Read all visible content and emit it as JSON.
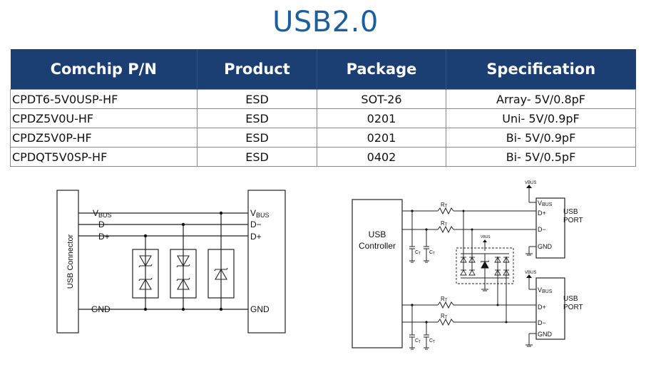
{
  "title": "USB2.0",
  "table": {
    "headers": [
      "Comchip P/N",
      "Product",
      "Package",
      "Specification"
    ],
    "rows": [
      [
        "CPDT6-5V0USP-HF",
        "ESD",
        "SOT-26",
        "Array- 5V/0.8pF"
      ],
      [
        "CPDZ5V0U-HF",
        "ESD",
        "0201",
        "Uni- 5V/0.9pF"
      ],
      [
        "CPDZ5V0P-HF",
        "ESD",
        "0201",
        "Bi- 5V/0.9pF"
      ],
      [
        "CPDQT5V0SP-HF",
        "ESD",
        "0402",
        "Bi- 5V/0.5pF"
      ]
    ]
  },
  "diagram_left": {
    "connector_label": "USB Connector",
    "vbus_v": "V",
    "vbus_sub": "BUS",
    "d_minus": "D−",
    "d_plus": "D+",
    "gnd": "GND"
  },
  "diagram_right": {
    "controller_line1": "USB",
    "controller_line2": "Controller",
    "rt_r": "R",
    "rt_sub": "T",
    "ct_c": "C",
    "ct_sub": "T",
    "vbus_small": "VBUS",
    "vbus_v": "V",
    "vbus_sub": "BUS",
    "d_plus": "D+",
    "d_minus": "D−",
    "gnd": "GND",
    "port_line1": "USB",
    "port_line2": "PORT"
  }
}
